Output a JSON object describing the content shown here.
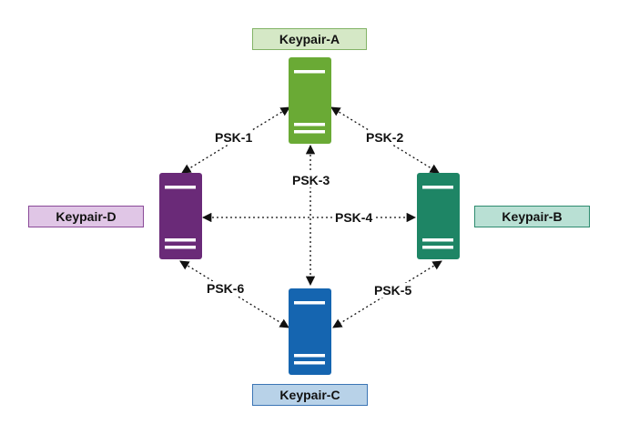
{
  "nodes": {
    "a": {
      "label": "Keypair-A",
      "color": "#6aaa35",
      "tag_fill": "#d5e8c6",
      "tag_border": "#82b366"
    },
    "b": {
      "label": "Keypair-B",
      "color": "#1e8565",
      "tag_fill": "#b9e0d4",
      "tag_border": "#2e8b6f"
    },
    "c": {
      "label": "Keypair-C",
      "color": "#1565b0",
      "tag_fill": "#b8d2e8",
      "tag_border": "#3b75b5"
    },
    "d": {
      "label": "Keypair-D",
      "color": "#6a2a78",
      "tag_fill": "#e0c6e6",
      "tag_border": "#8a4a98"
    }
  },
  "edges": {
    "psk1": {
      "label": "PSK-1",
      "from": "a",
      "to": "d"
    },
    "psk2": {
      "label": "PSK-2",
      "from": "a",
      "to": "b"
    },
    "psk3": {
      "label": "PSK-3",
      "from": "a",
      "to": "c"
    },
    "psk4": {
      "label": "PSK-4",
      "from": "d",
      "to": "b"
    },
    "psk5": {
      "label": "PSK-5",
      "from": "b",
      "to": "c"
    },
    "psk6": {
      "label": "PSK-6",
      "from": "d",
      "to": "c"
    }
  }
}
